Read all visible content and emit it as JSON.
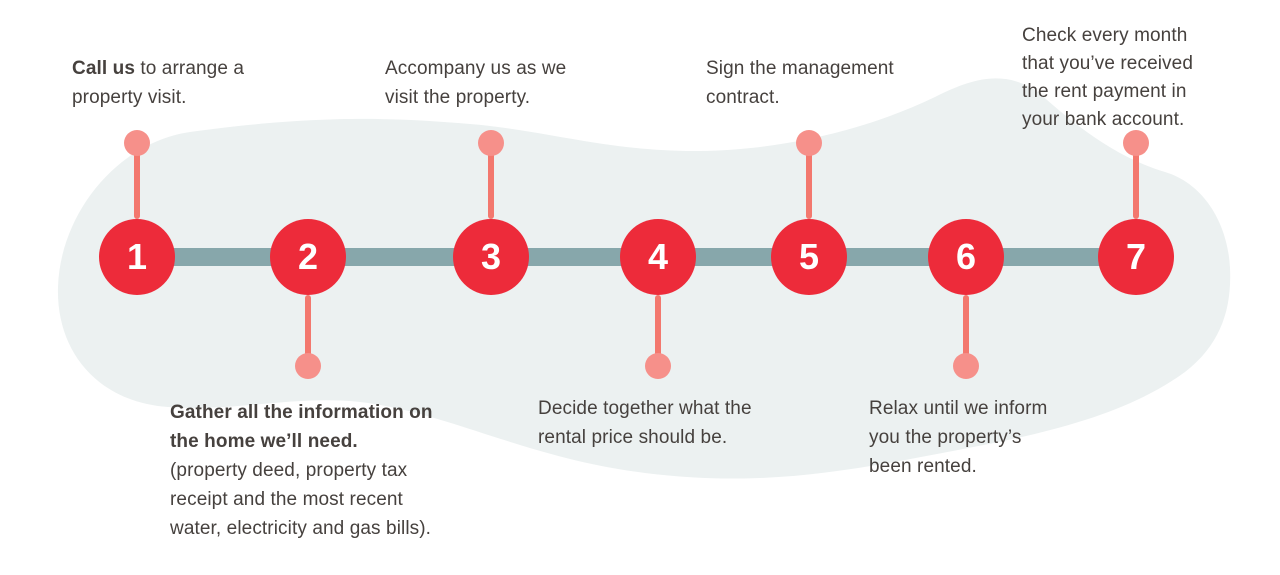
{
  "palette": {
    "background": "#FFFFFF",
    "blob": "#ECF1F1",
    "timeline_bar": "#87A7AB",
    "step_circle": "#ED2B3A",
    "connector_line": "#F3786E",
    "connector_dot": "#F6908A",
    "label_text": "#46413E",
    "number_text": "#FFFFFF"
  },
  "timeline": {
    "step_count": 7,
    "orientation": "horizontal"
  },
  "steps": [
    {
      "number": "1",
      "side": "above",
      "label_bold": "Call us",
      "label_rest": " to arrange a\nproperty visit."
    },
    {
      "number": "2",
      "side": "below",
      "label_bold": "Gather all the information on\nthe home we’ll need.",
      "label_rest": "\n(property deed, property tax\nreceipt and the most recent\nwater, electricity and gas bills)."
    },
    {
      "number": "3",
      "side": "above",
      "label_bold": "",
      "label_rest": "Accompany us as we\nvisit the property."
    },
    {
      "number": "4",
      "side": "below",
      "label_bold": "",
      "label_rest": "Decide together what the\nrental price should be."
    },
    {
      "number": "5",
      "side": "above",
      "label_bold": "",
      "label_rest": "Sign the management\ncontract."
    },
    {
      "number": "6",
      "side": "below",
      "label_bold": "",
      "label_rest": "Relax until we inform\nyou the property’s\nbeen rented."
    },
    {
      "number": "7",
      "side": "above",
      "label_bold": "",
      "label_rest": "Check every month\nthat you’ve received\nthe rent payment in\nyour bank account."
    }
  ]
}
